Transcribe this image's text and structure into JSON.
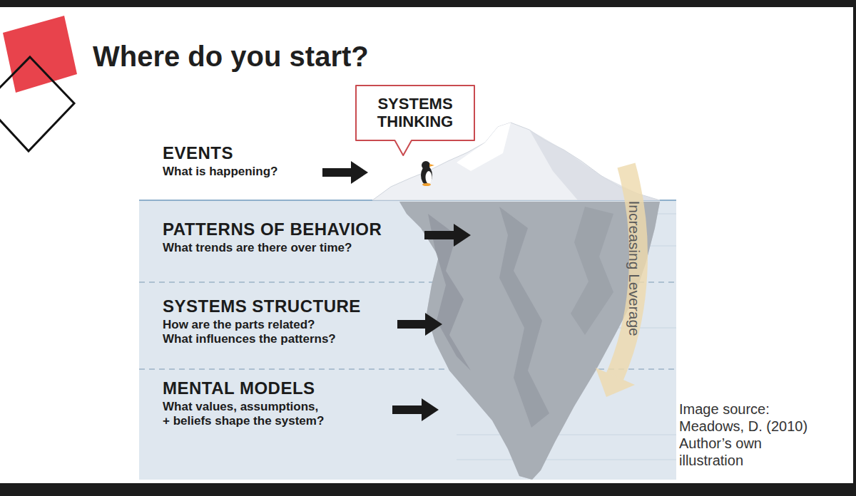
{
  "diagram": {
    "title": "Where do you start?",
    "caption": "Image source: Meadows, D. (2010) Author’s own illustration",
    "nodes": [
      {
        "text": [
          "SYSTEMS THINKING"
        ]
      }
    ],
    "labels": [
      "EVENTS",
      "What is happening?",
      "PATTERNS OF BEHAVIOR",
      "What trends are there over time?",
      "SYSTEMS STRUCTURE",
      "How are the parts related? What influences the patterns?",
      "MENTAL MODELS",
      "What values, assumptions, + beliefs shape the system?",
      "Increasing Leverage"
    ]
  }
}
